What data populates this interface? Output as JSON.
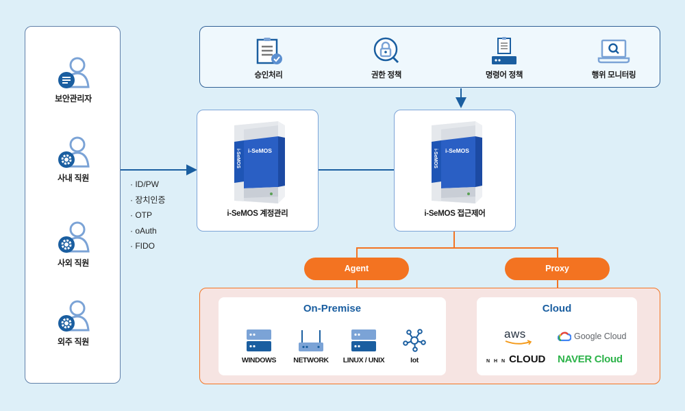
{
  "users": {
    "items": [
      {
        "label": "보안관리자",
        "icon": "user-document-icon"
      },
      {
        "label": "사내 직원",
        "icon": "user-gear-icon"
      },
      {
        "label": "사외 직원",
        "icon": "user-gear-icon"
      },
      {
        "label": "외주 직원",
        "icon": "user-gear-icon"
      }
    ]
  },
  "policies": {
    "items": [
      {
        "label": "승인처리",
        "icon": "clipboard-check-icon"
      },
      {
        "label": "권한 정책",
        "icon": "lock-search-icon"
      },
      {
        "label": "명령어 정책",
        "icon": "clipboard-server-icon"
      },
      {
        "label": "행위 모니터링",
        "icon": "laptop-search-icon"
      }
    ]
  },
  "auth_methods": [
    "· ID/PW",
    "· 장치인증",
    "· OTP",
    "· oAuth",
    "· FIDO"
  ],
  "products": {
    "account": {
      "label": "i-SeMOS 계정관리",
      "box_title": "i-SeMOS",
      "box_side": "i-SeMOS"
    },
    "access": {
      "label": "i-SeMOS 접근제어",
      "box_title": "i-SeMOS",
      "box_side": "i-SeMOS"
    }
  },
  "modes": {
    "agent": "Agent",
    "proxy": "Proxy"
  },
  "environments": {
    "on_premise": {
      "title": "On-Premise",
      "systems": [
        {
          "label": "WINDOWS",
          "icon": "server-icon"
        },
        {
          "label": "NETWORK",
          "icon": "router-icon"
        },
        {
          "label": "LINUX / UNIX",
          "icon": "server-icon"
        },
        {
          "label": "Iot",
          "icon": "iot-network-icon"
        }
      ]
    },
    "cloud": {
      "title": "Cloud",
      "providers": {
        "aws": "aws",
        "google": "Google Cloud",
        "nhn_prefix": "N H N",
        "nhn": "CLOUD",
        "naver": "NAVER Cloud"
      }
    }
  },
  "colors": {
    "background": "#ddeff8",
    "primary_blue": "#1a5ea0",
    "light_blue": "#7ba3d6",
    "orange": "#f37321",
    "env_bg": "#f6e4e2",
    "naver_green": "#2db34a"
  }
}
